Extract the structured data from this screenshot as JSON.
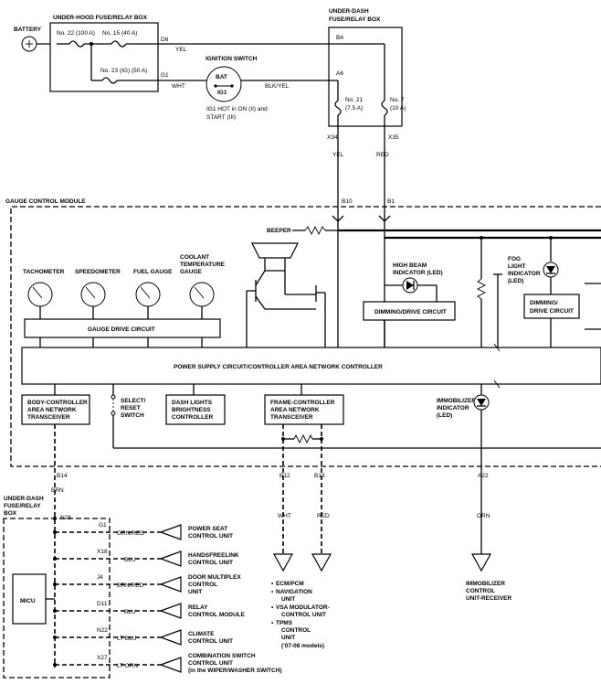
{
  "power": {
    "battery": "BATTERY",
    "underhood_box": "UNDER-HOOD FUSE/RELAY BOX",
    "fuse_22": "No. 22 (100 A)",
    "fuse_15": "No. 15 (40 A)",
    "fuse_23": "No. 23 (IG) (50 A)",
    "term_d6": "D6",
    "term_g1": "G1",
    "wire_yel": "YEL",
    "wire_wht": "WHT",
    "ignition_switch": "IGNITION SWITCH",
    "bat": "BAT",
    "ig1": "IG1",
    "ig1_note_1": "IG1 HOT in ON (II) and",
    "ig1_note_2": "START (III)",
    "wire_blk_yel": "BLK/YEL",
    "underdash_box_1": "UNDER-DASH",
    "underdash_box_2": "FUSE/RELAY BOX",
    "term_b4": "B4",
    "term_a6": "A6",
    "fuse_21_a": "No. 21",
    "fuse_21_b": "(7.5 A)",
    "fuse_7_a": "No. 7",
    "fuse_7_b": "(10 A)",
    "term_x34": "X34",
    "term_x35": "X35",
    "wire_yel2": "YEL",
    "wire_red": "RED"
  },
  "gcm": {
    "title": "GAUGE CONTROL MODULE",
    "term_b10": "B10",
    "term_b1": "B1",
    "beeper": "BEEPER",
    "gauges": [
      {
        "l1": "TACHOMETER",
        "l2": ""
      },
      {
        "l1": "SPEEDOMETER",
        "l2": ""
      },
      {
        "l1": "FUEL GAUGE",
        "l2": ""
      },
      {
        "l1": "COOLANT",
        "l2": "TEMPERATURE",
        "l3": "GAUGE"
      }
    ],
    "gauge_drive": "GAUGE DRIVE CIRCUIT",
    "high_beam_1": "HIGH BEAM",
    "high_beam_2": "INDICATOR (LED)",
    "dimming_drive": "DIMMING/DRIVE CIRCUIT",
    "fog_1": "FOG",
    "fog_2": "LIGHT",
    "fog_3": "INDICATOR",
    "fog_4": "(LED)",
    "dimming2_1": "DIMMING/",
    "dimming2_2": "DRIVE CIRCUIT",
    "power_supply": "POWER SUPPLY CIRCUIT/CONTROLLER AREA NETWORK CONTROLLER",
    "body_can_1": "BODY-CONTROLLER",
    "body_can_2": "AREA NETWORK",
    "body_can_3": "TRANSCEIVER",
    "select_1": "SELECT/",
    "select_2": "RESET",
    "select_3": "SWITCH",
    "dash_1": "DASH LIGHTS",
    "dash_2": "BRIGHTNESS",
    "dash_3": "CONTROLLER",
    "frame_can_1": "FRAME-CONTROLLER",
    "frame_can_2": "AREA NETWORK",
    "frame_can_3": "TRANSCEIVER",
    "immob_1": "IMMOBILIZER",
    "immob_2": "INDICATOR",
    "immob_3": "(LED)",
    "term_b14": "B14",
    "term_b12": "B12",
    "term_b13": "B13",
    "term_a22": "A22"
  },
  "lower": {
    "wire_brn": "BRN",
    "underdash_1": "UNDER-DASH",
    "underdash_2": "FUSE/RELAY",
    "underdash_3": "BOX",
    "term_n28": "N28",
    "micu": "MICU",
    "connections": [
      {
        "term": "G1",
        "wire": "GRN/RED",
        "l1": "POWER SEAT",
        "l2": "CONTROL UNIT",
        "l3": ""
      },
      {
        "term": "X18",
        "wire": "BLU",
        "l1": "HANDSFREELINK",
        "l2": "CONTROL UNIT",
        "l3": ""
      },
      {
        "term": "J4",
        "wire": "BRN/RED",
        "l1": "DOOR MULTIPLEX",
        "l2": "CONTROL",
        "l3": "UNIT"
      },
      {
        "term": "D11",
        "wire": "BLU",
        "l1": "RELAY",
        "l2": "CONTROL MODULE",
        "l3": ""
      },
      {
        "term": "N22",
        "wire": "LT BLU",
        "l1": "CLIMATE",
        "l2": "CONTROL UNIT",
        "l3": ""
      },
      {
        "term": "X27",
        "wire": "LT GRN",
        "l1": "COMBINATION SWITCH",
        "l2": "CONTROL UNIT",
        "l3": "(in the WIPER/WASHER SWITCH)"
      }
    ],
    "wire_wht": "WHT",
    "wire_red": "RED",
    "wire_orn": "ORN",
    "ecm_list": [
      "ECM/PCM",
      "NAVIGATION",
      "UNIT",
      "VSA MODULATOR-",
      "CONTROL UNIT",
      "TPMS",
      "CONTROL",
      "UNIT",
      "('07-08 models)"
    ],
    "immob_cu_1": "IMMOBILIZER",
    "immob_cu_2": "CONTROL",
    "immob_cu_3": "UNIT-RECEIVER"
  }
}
